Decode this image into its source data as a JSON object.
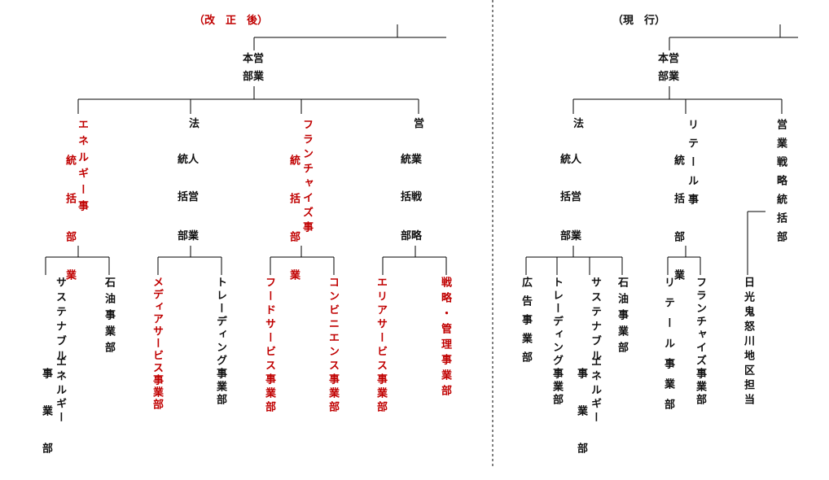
{
  "colors": {
    "revised_text": "#c00000",
    "current_text": "#111111",
    "line": "#000000"
  },
  "headings": {
    "revised": "（改　正　後）",
    "current": "（現　行）"
  },
  "revised": {
    "top": {
      "line1": "本営",
      "line2": "部業"
    },
    "units": {
      "energy": {
        "col1": "エネルギー事",
        "col2": "統括部業"
      },
      "legal": {
        "col1": "法",
        "rows": [
          "統人",
          "括営",
          "部業"
        ]
      },
      "franchise": {
        "col1": "フランチャイズ事",
        "col2": "統括部業"
      },
      "sales": {
        "col1": "営",
        "rows": [
          "統業",
          "括戦",
          "部略"
        ]
      }
    },
    "depts": {
      "sustainable": {
        "col1": "サステナブル",
        "col2": "事業部",
        "col3": "エネルギー"
      },
      "oil": "石油事業部",
      "media": "メディアサービス事業部",
      "trading": "トレーディング事業部",
      "food": "フードサービス事業部",
      "cvs": "コンビニエンス事業部",
      "area": "エリアサービス事業部",
      "strategy": "戦略・管理事業部"
    }
  },
  "current": {
    "top": {
      "line1": "本営",
      "line2": "部業"
    },
    "units": {
      "legal": {
        "col1": "法",
        "rows": [
          "統人",
          "括営",
          "部業"
        ]
      },
      "retail": {
        "col1": "リテール事",
        "col2": "統括部業"
      },
      "sales": "営業戦略統括部"
    },
    "depts": {
      "ad": "広告事業部",
      "trading": "トレーディング事業部",
      "sustainable": {
        "col1": "サステナブル",
        "col2": "事業部",
        "col3": "エネルギー"
      },
      "oil": "石油事業部",
      "retail_dept": "リテール事業部",
      "franchise": "フランチャイズ事業部",
      "nikko": "日光鬼怒川地区担当"
    }
  }
}
